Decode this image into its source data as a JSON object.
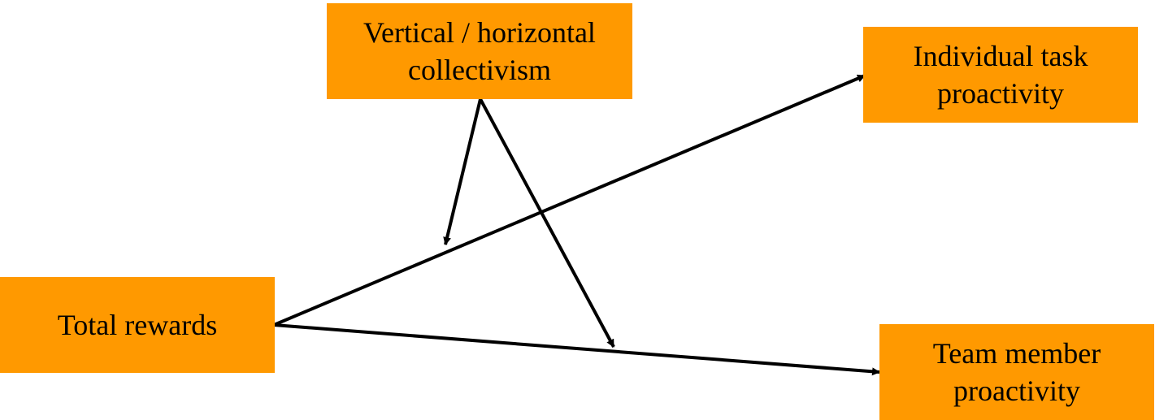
{
  "nodes": {
    "moderator": {
      "label_line1": "Vertical / horizontal",
      "label_line2": "collectivism"
    },
    "total_rewards": {
      "label": "Total rewards"
    },
    "individual_task": {
      "label_line1": "Individual task",
      "label_line2": "proactivity"
    },
    "team_member": {
      "label_line1": "Team member",
      "label_line2": "proactivity"
    }
  },
  "edges": [
    {
      "from": "total_rewards",
      "to": "individual_task",
      "type": "direct"
    },
    {
      "from": "total_rewards",
      "to": "team_member",
      "type": "direct"
    },
    {
      "from": "moderator",
      "to": "edge:total_rewards->individual_task",
      "type": "moderation"
    },
    {
      "from": "moderator",
      "to": "edge:total_rewards->team_member",
      "type": "moderation"
    }
  ],
  "colors": {
    "node_fill": "#FF9900",
    "arrow": "#000000",
    "background": "#ffffff"
  }
}
